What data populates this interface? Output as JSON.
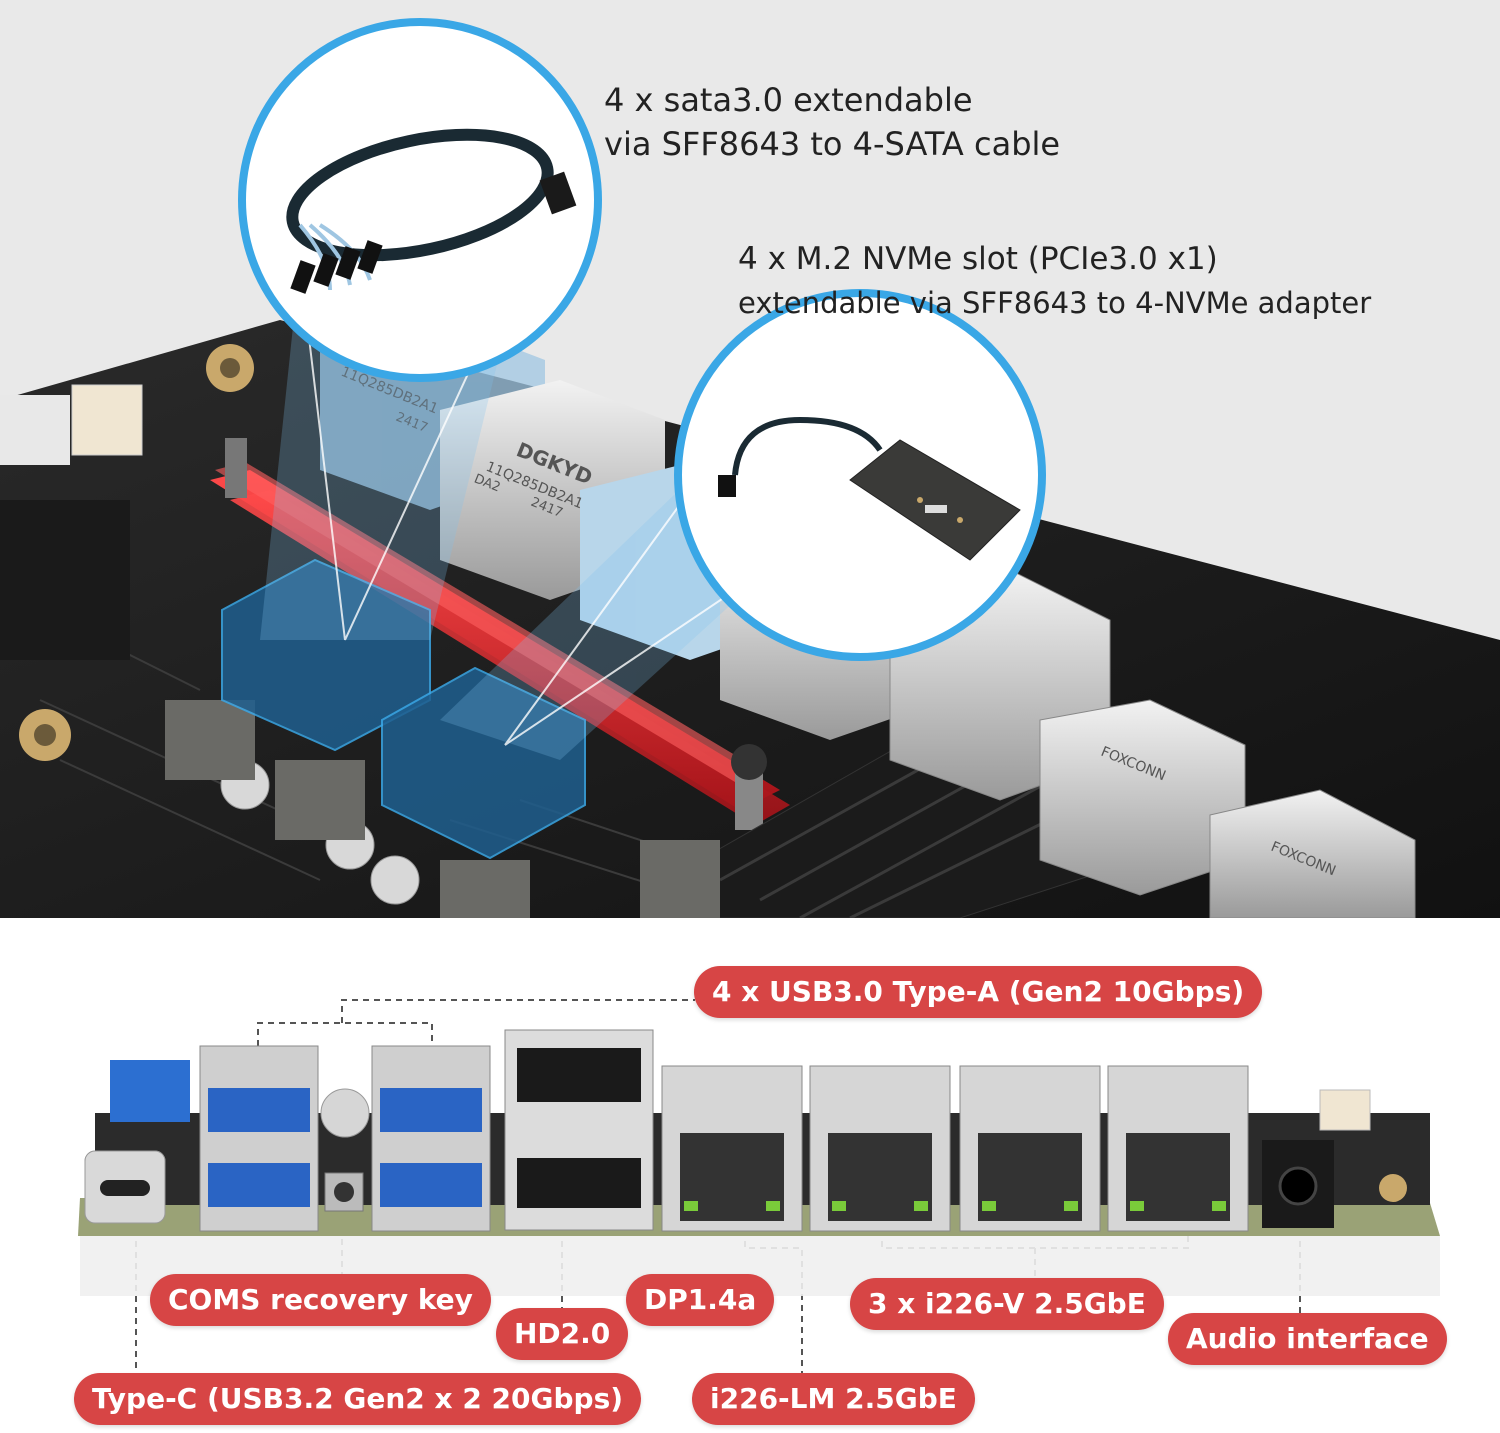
{
  "top_callouts": {
    "sata_line1": "4 x sata3.0 extendable",
    "sata_line2": "via SFF8643 to 4-SATA cable",
    "nvme_line1": "4 x M.2 NVMe slot (PCIe3.0 x1)",
    "nvme_line2": "extendable via SFF8643 to 4-NVMe adapter"
  },
  "board_markings": {
    "port_brand": "DGKYD",
    "port_code": "11Q285DB2A1",
    "port_lot": "DA2",
    "port_date": "2417",
    "usb_brand": "FOXCONN"
  },
  "port_labels": {
    "usb": "4 x USB3.0 Type-A (Gen2 10Gbps)",
    "coms": "COMS recovery key",
    "hd": "HD2.0",
    "dp": "DP1.4a",
    "lan3": "3 x i226-V 2.5GbE",
    "audio": "Audio interface",
    "typec": "Type-C (USB3.2 Gen2 x 2 20Gbps)",
    "lan1": "i226-LM 2.5GbE"
  },
  "colors": {
    "label_red": "#d74545",
    "heatsink_red": "#d8202a",
    "sata_blue": "#1f5f8f",
    "callout_ring": "#3aa7e6"
  }
}
